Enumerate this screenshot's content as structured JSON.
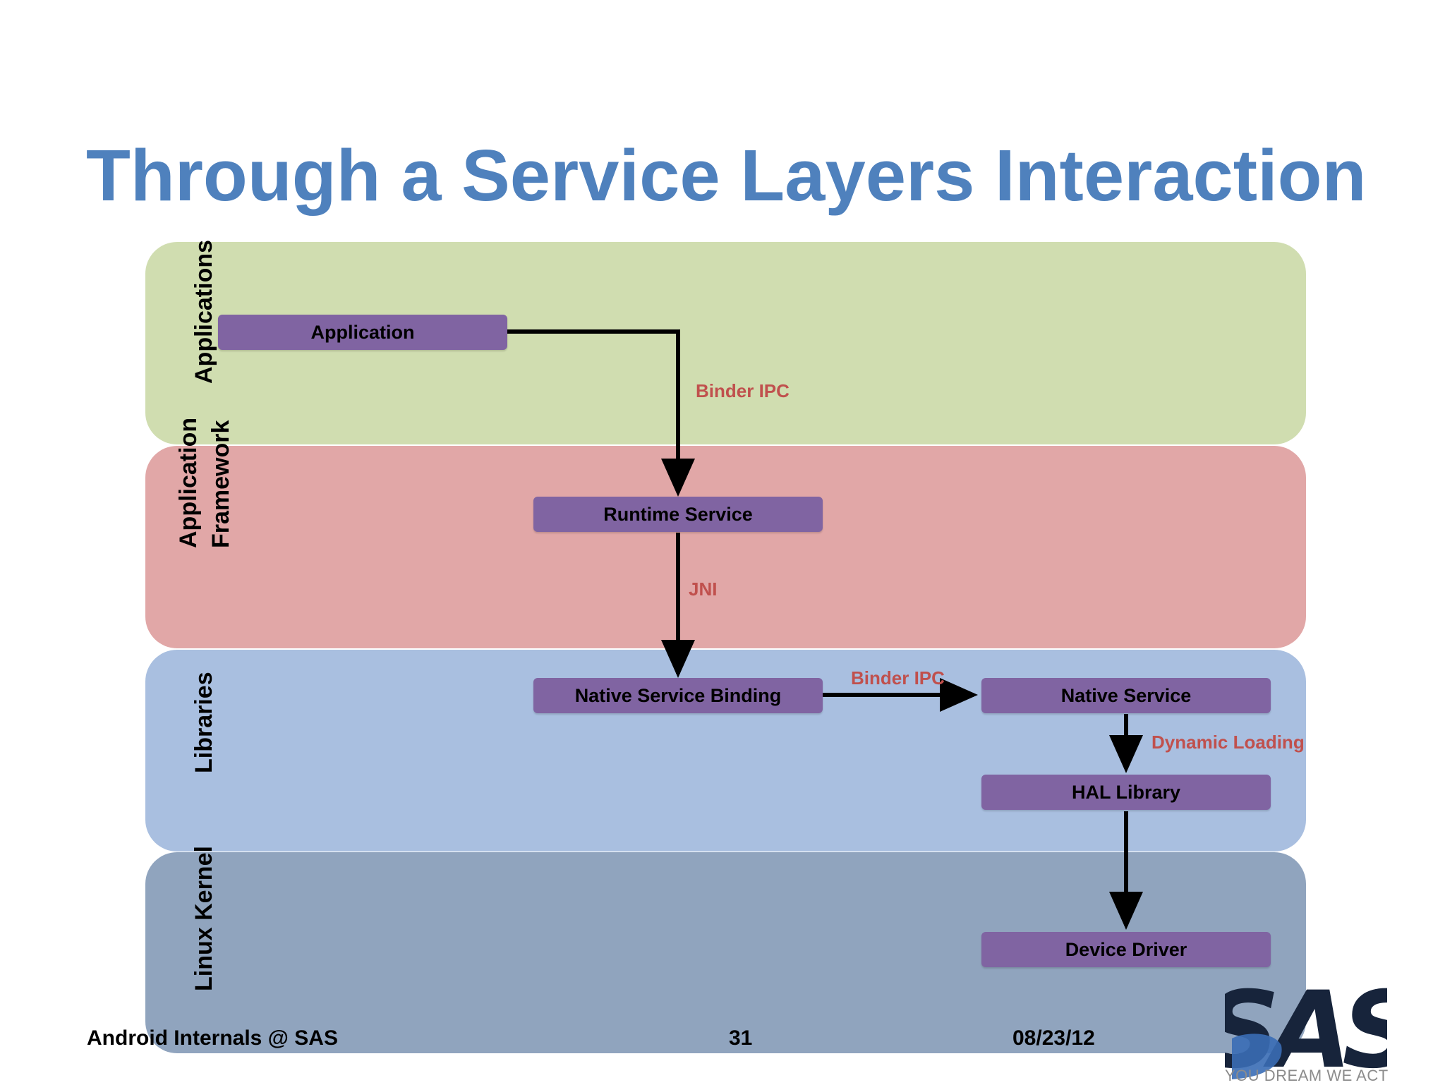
{
  "title": "Through a Service Layers Interaction",
  "colors": {
    "title": "#4f81bd",
    "applications_layer": "#d0ddb0",
    "framework_layer": "#e1a7a7",
    "libraries_layer": "#a9bfe0",
    "kernel_layer": "#90a4be",
    "box": "#8064a2",
    "edge_label": "#c0504d",
    "logo_dark": "#17243b",
    "logo_blue": "#3a6db5"
  },
  "layers": {
    "applications": {
      "lines": [
        "Applications"
      ]
    },
    "framework": {
      "lines": [
        "Application",
        "Framework"
      ]
    },
    "libraries": {
      "lines": [
        "Libraries"
      ]
    },
    "kernel": {
      "lines": [
        "Linux Kernel"
      ]
    }
  },
  "nodes": {
    "application": "Application",
    "runtime_service": "Runtime Service",
    "native_service_binding": "Native Service Binding",
    "native_service": "Native Service",
    "hal_library": "HAL Library",
    "device_driver": "Device Driver"
  },
  "edges": {
    "app_to_runtime": "Binder IPC",
    "runtime_to_binding": "JNI",
    "binding_to_native": "Binder IPC",
    "native_to_hal": "Dynamic Loading"
  },
  "footer": {
    "left": "Android Internals @ SAS",
    "center": "31",
    "right": "08/23/12"
  },
  "logo": {
    "text": "SAS",
    "tagline": "YOU DREAM WE ACT"
  }
}
